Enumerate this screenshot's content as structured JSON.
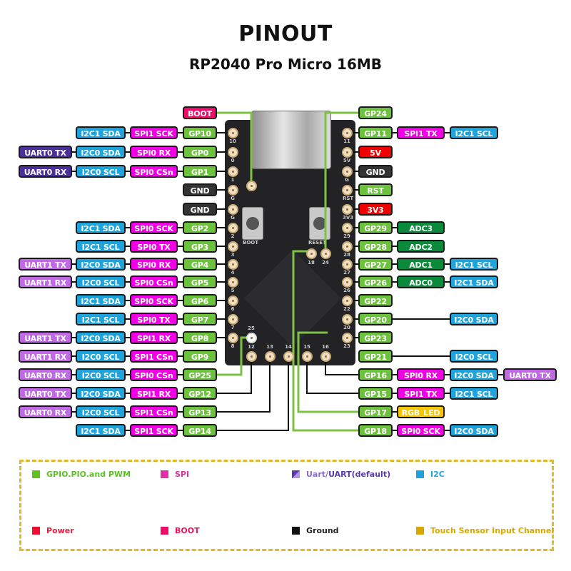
{
  "header": {
    "title": "PINOUT",
    "subtitle": "RP2040 Pro Micro 16MB"
  },
  "colors": {
    "gpio": "#6cc13d",
    "spi": "#f100e6",
    "i2c": "#1fa3dc",
    "uart_default": "#4b2f9a",
    "uart": "#c168e4",
    "ground": "#333333",
    "power": "#f00000",
    "boot": "#ef0d6b",
    "adc": "#0a8a3a",
    "touch": "#f7c600"
  },
  "left_pins": [
    {
      "gp": "BOOT",
      "gp_kind": "boot"
    },
    {
      "gp": "GP10",
      "spi": "SPI1 SCK",
      "i2c": "I2C1 SDA"
    },
    {
      "gp": "GP0",
      "spi": "SPI0 RX",
      "i2c": "I2C0 SDA",
      "uart": "UART0 TX",
      "uart_kind": "uart0"
    },
    {
      "gp": "GP1",
      "spi": "SPI0 CSn",
      "i2c": "I2C0 SCL",
      "uart": "UART0 RX",
      "uart_kind": "uart0"
    },
    {
      "gp": "GND",
      "gp_kind": "gnd"
    },
    {
      "gp": "GND",
      "gp_kind": "gnd"
    },
    {
      "gp": "GP2",
      "spi": "SPI0 SCK",
      "i2c": "I2C1 SDA"
    },
    {
      "gp": "GP3",
      "spi": "SPI0 TX",
      "i2c": "I2C1 SCL"
    },
    {
      "gp": "GP4",
      "spi": "SPI0 RX",
      "i2c": "I2C0 SDA",
      "uart": "UART1 TX",
      "uart_kind": "uart1"
    },
    {
      "gp": "GP5",
      "spi": "SPI0 CSn",
      "i2c": "I2C0 SCL",
      "uart": "UART1 RX",
      "uart_kind": "uart1"
    },
    {
      "gp": "GP6",
      "spi": "SPI0 SCK",
      "i2c": "I2C1 SDA"
    },
    {
      "gp": "GP7",
      "spi": "SPI0 TX",
      "i2c": "I2C1 SCL"
    },
    {
      "gp": "GP8",
      "spi": "SPI1 RX",
      "i2c": "I2C0 SDA",
      "uart": "UART1 TX",
      "uart_kind": "uart1"
    },
    {
      "gp": "GP9",
      "spi": "SPI1 CSn",
      "i2c": "I2C0 SCL",
      "uart": "UART1 RX",
      "uart_kind": "uart1"
    },
    {
      "gp": "GP25",
      "spi": "SPI0 CSn",
      "i2c": "I2C0 SCL",
      "uart": "UART0 RX",
      "uart_kind": "uart1"
    },
    {
      "gp": "GP12",
      "spi": "SPI1 RX",
      "i2c": "I2C0 SDA",
      "uart": "UART0 TX",
      "uart_kind": "uart1"
    },
    {
      "gp": "GP13",
      "spi": "SPI1 CSn",
      "i2c": "I2C0 SCL",
      "uart": "UART0 RX",
      "uart_kind": "uart1"
    },
    {
      "gp": "GP14",
      "spi": "SPI1 SCK",
      "i2c": "I2C1 SDA"
    }
  ],
  "right_pins": [
    {
      "gp": "GP24"
    },
    {
      "gp": "GP11",
      "c2": "SPI1 TX",
      "c2_kind": "spi",
      "c3": "I2C1 SCL",
      "c3_kind": "i2c"
    },
    {
      "gp": "5V",
      "gp_kind": "pwr"
    },
    {
      "gp": "GND",
      "gp_kind": "gnd"
    },
    {
      "gp": "RST"
    },
    {
      "gp": "3V3",
      "gp_kind": "pwr"
    },
    {
      "gp": "GP29",
      "c2": "ADC3",
      "c2_kind": "adc"
    },
    {
      "gp": "GP28",
      "c2": "ADC2",
      "c2_kind": "adc"
    },
    {
      "gp": "GP27",
      "c2": "ADC1",
      "c2_kind": "adc",
      "c3": "I2C1 SCL",
      "c3_kind": "i2c"
    },
    {
      "gp": "GP26",
      "c2": "ADC0",
      "c2_kind": "adc",
      "c3": "I2C1 SDA",
      "c3_kind": "i2c"
    },
    {
      "gp": "GP22"
    },
    {
      "gp": "GP20",
      "c3": "I2C0 SDA",
      "c3_kind": "i2c"
    },
    {
      "gp": "GP23"
    },
    {
      "gp": "GP21",
      "c3": "I2C0 SCL",
      "c3_kind": "i2c"
    },
    {
      "gp": "GP16",
      "c2": "SPI0 RX",
      "c2_kind": "spi",
      "c3": "I2C0 SDA",
      "c3_kind": "i2c",
      "c4": "UART0 TX",
      "c4_kind": "uart1"
    },
    {
      "gp": "GP15",
      "c2": "SPI1 TX",
      "c2_kind": "spi",
      "c3": "I2C1 SCL",
      "c3_kind": "i2c"
    },
    {
      "gp": "GP17",
      "c2": "RGB_LED",
      "c2_kind": "led"
    },
    {
      "gp": "GP18",
      "c2": "SPI0 SCK",
      "c2_kind": "spi",
      "c3": "I2C0 SDA",
      "c3_kind": "i2c"
    }
  ],
  "board": {
    "left_silk": [
      "10",
      "0",
      "1",
      "G",
      "G",
      "2",
      "3",
      "4",
      "5",
      "6",
      "7",
      "8"
    ],
    "right_silk": [
      "11",
      "5V",
      "G",
      "RST",
      "3V3",
      "29",
      "28",
      "27",
      "26",
      "22",
      "20",
      "23"
    ],
    "bottom_silk": [
      "12",
      "13",
      "14",
      "15",
      "16"
    ],
    "inner_silk": [
      "18",
      "24",
      "25"
    ],
    "boot_button_label": "BOOT",
    "reset_button_label": "RESET"
  },
  "legend": [
    {
      "label": "GPIO.PIO.and PWM",
      "kind": "gpio",
      "text_color": "#5fbf2a"
    },
    {
      "label": "SPI",
      "kind": "spi",
      "text_color": "#d6339a"
    },
    {
      "label_a": "Uart/",
      "label_b": "UART(default)",
      "kind": "uart",
      "text_color": "#8a6bc7",
      "text_color_b": "#5a3aa8"
    },
    {
      "label": "I2C",
      "kind": "i2c",
      "text_color": "#1fa3dc"
    },
    {
      "label": "Power",
      "kind": "pwr",
      "text_color": "#e0213f"
    },
    {
      "label": "BOOT",
      "kind": "boot",
      "text_color": "#e8155a"
    },
    {
      "label": "Ground",
      "kind": "gnd",
      "text_color": "#222222"
    },
    {
      "label": "Touch Sensor Input Channel",
      "kind": "touch",
      "text_color": "#d9a800"
    }
  ]
}
